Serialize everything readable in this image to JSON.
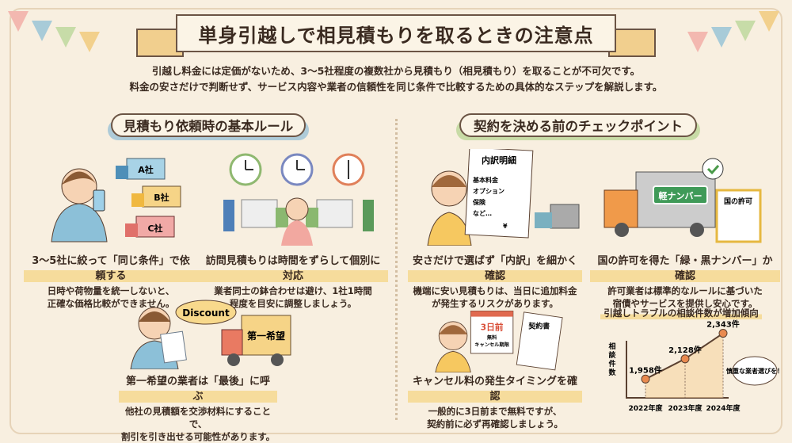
{
  "title": "単身引越しで相見積もりを取るときの注意点",
  "intro": [
    "引越し料金には定価がないため、3〜5社程度の複数社から見積もり（相見積もり）を取ることが不可欠です。",
    "料金の安さだけで判断せず、サービス内容や業者の信頼性を同じ条件で比較するための具体的なステップを解説します。"
  ],
  "left": {
    "heading": "見積もり依頼時の基本ルール",
    "items": [
      {
        "title": "3〜5社に絞って「同じ条件」で依頼する",
        "desc": [
          "日時や荷物量を統一しないと、",
          "正確な価格比較ができません。"
        ],
        "labels": [
          "A社",
          "B社",
          "C社"
        ]
      },
      {
        "title": "訪問見積もりは時間をずらして個別に対応",
        "desc": [
          "業者同士の鉢合わせは避け、1社1時間",
          "程度を目安に調整しましょう。"
        ]
      },
      {
        "title": "第一希望の業者は「最後」に呼ぶ",
        "desc": [
          "他社の見積額を交渉材料にすることで、",
          "割引を引き出せる可能性があります。"
        ],
        "bubble": "Discount",
        "truck_label": "第一希望"
      }
    ]
  },
  "right": {
    "heading": "契約を決める前のチェックポイント",
    "items": [
      {
        "title": "安さだけで選ばず「内訳」を細かく確認",
        "desc": [
          "機端に安い見積もりは、当日に追加料金",
          "が発生するリスクがあります。"
        ],
        "doc_title": "内訳明細",
        "doc_rows": [
          "基本料金",
          "オプション",
          "保険",
          "など…"
        ],
        "doc_total": "¥"
      },
      {
        "title": "国の許可を得た「緑・黒ナンバー」か確認",
        "desc": [
          "許可業者は標準的なルールに基づいた",
          "宿債やサービスを提供し安心です。"
        ],
        "plate": "軽ナンバー",
        "permit": "国の許可"
      },
      {
        "title": "キャンセル料の発生タイミングを確認",
        "desc": [
          "一般的に3日前まで無料ですが、",
          "契約前に必ず再確認しましょう。"
        ],
        "calendar": [
          "3日前",
          "無料",
          "キャンセル期限"
        ],
        "contract": "契約書"
      }
    ]
  },
  "chart_data": {
    "type": "line",
    "title": "引越しトラブルの相談件数が増加傾向",
    "ylabel": "相談件数",
    "categories": [
      "2022年度",
      "2023年度",
      "2024年度"
    ],
    "values": [
      1958,
      2128,
      2343
    ],
    "value_labels": [
      "1,958件",
      "2,128件",
      "2,343件"
    ],
    "annotation": "慎重な業者選びを！",
    "grid": false,
    "color": "#e98a4f"
  },
  "colors": {
    "background": "#f8efe0",
    "highlight": "#f6dc9c",
    "accent": "#e98a4f"
  }
}
